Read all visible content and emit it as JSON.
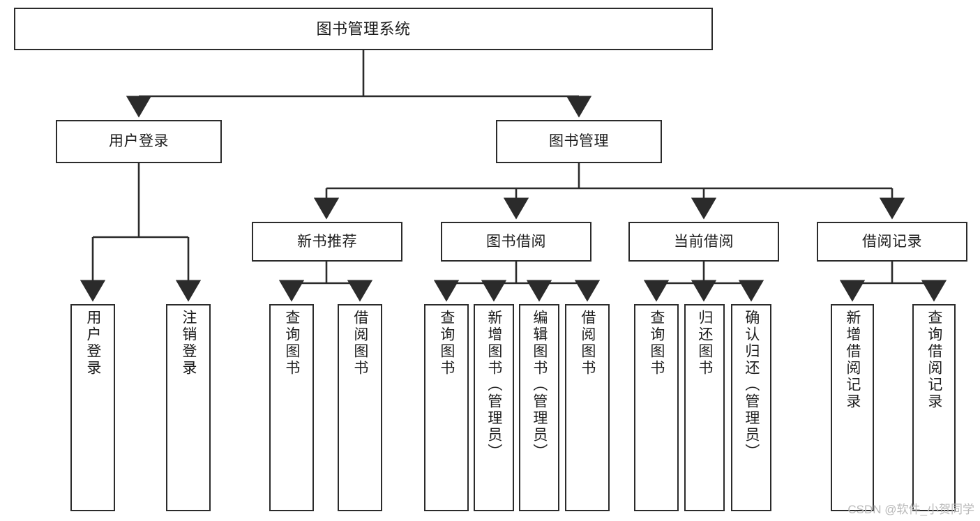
{
  "diagram": {
    "title": "图书管理系统",
    "style": {
      "background": "#ffffff",
      "border_color": "#2b2b2b",
      "text_color": "#1d1d1d",
      "watermark_color": "#b9b9b9"
    },
    "watermark": "CSDN @软件_小贺同学"
  },
  "nodes": {
    "root": {
      "label": "图书管理系统",
      "orientation": "horizontal"
    },
    "level2": [
      {
        "label": "用户登录",
        "orientation": "horizontal"
      },
      {
        "label": "图书管理",
        "orientation": "horizontal"
      }
    ],
    "level3": [
      {
        "label": "新书推荐",
        "orientation": "horizontal"
      },
      {
        "label": "图书借阅",
        "orientation": "horizontal"
      },
      {
        "label": "当前借阅",
        "orientation": "horizontal"
      },
      {
        "label": "借阅记录",
        "orientation": "horizontal"
      }
    ],
    "leaves_user_login": [
      {
        "label": "用户登录",
        "orientation": "vertical"
      },
      {
        "label": "注销登录",
        "orientation": "vertical"
      }
    ],
    "leaves_new_book": [
      {
        "label": "查询图书",
        "orientation": "vertical"
      },
      {
        "label": "借阅图书",
        "orientation": "vertical"
      }
    ],
    "leaves_borrow": [
      {
        "label": "查询图书",
        "orientation": "vertical"
      },
      {
        "label": "新增图书（管理员）",
        "orientation": "vertical"
      },
      {
        "label": "编辑图书（管理员）",
        "orientation": "vertical"
      },
      {
        "label": "借阅图书",
        "orientation": "vertical"
      }
    ],
    "leaves_current": [
      {
        "label": "查询图书",
        "orientation": "vertical"
      },
      {
        "label": "归还图书",
        "orientation": "vertical"
      },
      {
        "label": "确认归还（管理员）",
        "orientation": "vertical"
      }
    ],
    "leaves_records": [
      {
        "label": "新增借阅记录",
        "orientation": "vertical"
      },
      {
        "label": "查询借阅记录",
        "orientation": "vertical"
      }
    ]
  }
}
